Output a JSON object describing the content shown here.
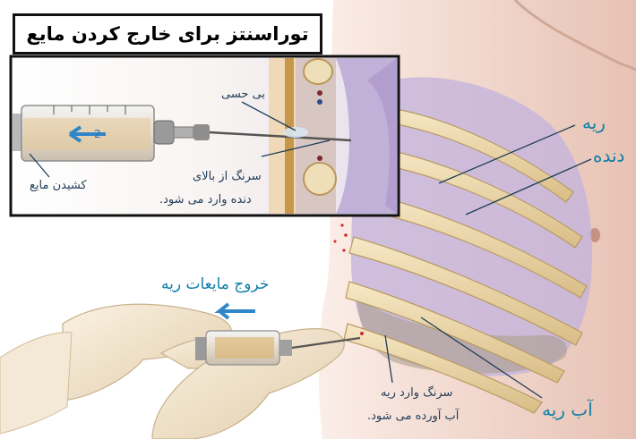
{
  "title": "توراسنتز برای خارج کردن مایع",
  "inset_labels": {
    "anesthesia": "بی حسی",
    "syringe_above_rib_line1": "سرنگ از بالای",
    "syringe_above_rib_line2": "دنده وارد می شود.",
    "fluid_withdrawal": "کشیدن مایع",
    "syringe_marking": "2"
  },
  "main_labels": {
    "lung": "ریه",
    "rib": "دنده",
    "lung_fluid_exit": "خروج مایعات ریه",
    "syringe_into_lung": "سرنگ وارد ریه",
    "water_brought": "آب آورده می شود.",
    "lung_water": "آب ریه"
  },
  "colors": {
    "accent_teal": "#0f7fa6",
    "label_dark": "#1f3d57",
    "lung_purple": "#b9a6d6",
    "rib_bone": "#efd9a8",
    "skin": "#f1d7cd",
    "glove": "#f3e6cf",
    "border": "#111111"
  }
}
